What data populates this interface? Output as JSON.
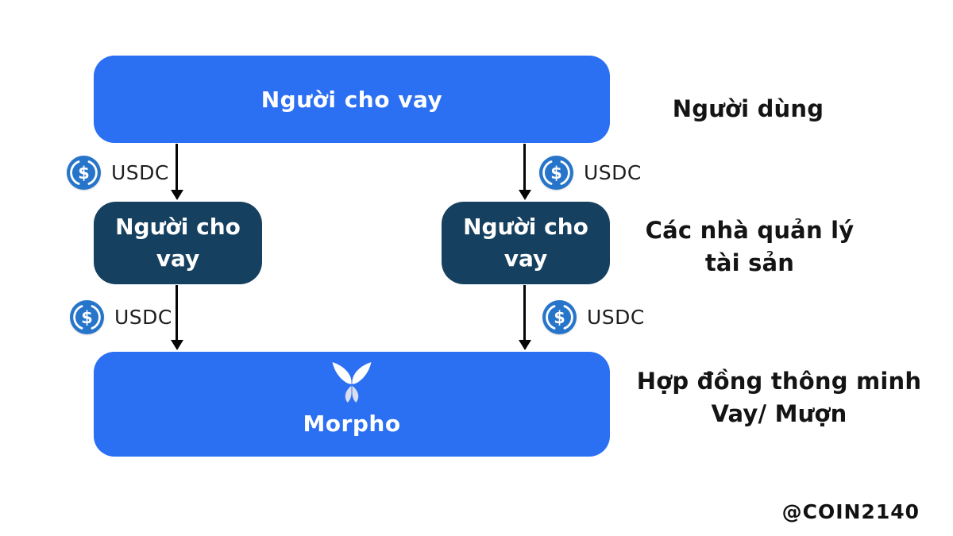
{
  "colors": {
    "primary_blue": "#2B6FF2",
    "dark_navy": "#16405F",
    "usdc_blue": "#2775CA",
    "text_black": "#141414",
    "wing_top": "#FFFFFF",
    "wing_bottom": "#D9DEF0",
    "arrow_black": "#050505"
  },
  "nodes": {
    "lenders": {
      "label": "Người cho vay"
    },
    "vault_left": {
      "line1": "Người cho",
      "line2": "vay"
    },
    "vault_right": {
      "line1": "Người cho",
      "line2": "vay"
    },
    "protocol": {
      "name": "Morpho",
      "logo": "morpho-butterfly-icon"
    }
  },
  "token_labels": {
    "top_left": "USDC",
    "top_right": "USDC",
    "bottom_left": "USDC",
    "bottom_right": "USDC"
  },
  "side_annotations": {
    "users": {
      "line1": "Người dùng"
    },
    "managers": {
      "line1": "Các nhà quản lý",
      "line2": "tài sản"
    },
    "contracts": {
      "line1": "Hợp đồng thông minh",
      "line2": "Vay/ Mượn"
    }
  },
  "watermark": "@COIN2140"
}
